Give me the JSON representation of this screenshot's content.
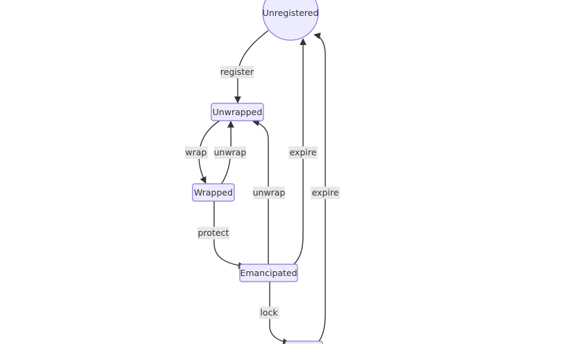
{
  "nodes": {
    "unregistered": "Unregistered",
    "unwrapped": "Unwrapped",
    "wrapped": "Wrapped",
    "emancipated": "Emancipated"
  },
  "edges": {
    "register": "register",
    "wrap": "wrap",
    "unwrap_from_wrapped": "unwrap",
    "unwrap_from_emancipated": "unwrap",
    "protect": "protect",
    "expire_emancipated": "expire",
    "expire_locked": "expire",
    "lock": "lock"
  },
  "colors": {
    "node_fill": "#ececff",
    "node_stroke": "#9370db",
    "edge": "#333333",
    "label_bg": "#e8e8e8"
  }
}
